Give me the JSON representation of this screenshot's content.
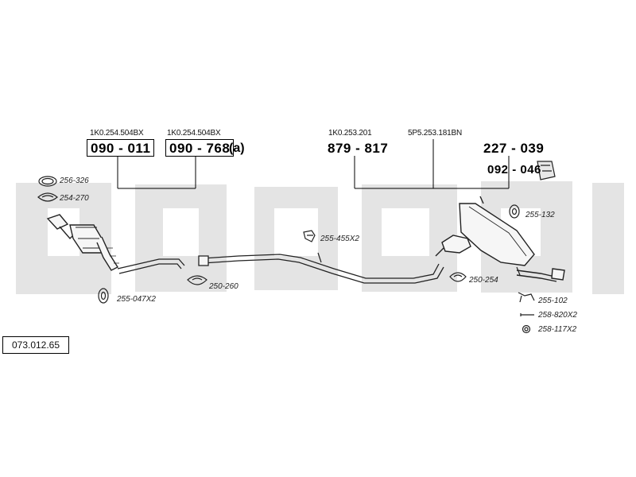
{
  "diagram": {
    "reference_code": "073.012.65",
    "watermark_color": "#e3e3e3",
    "assemblies": [
      {
        "id": "front-left",
        "oem": "1K0.254.504BX",
        "part_number": "090 - 011"
      },
      {
        "id": "front-right",
        "oem": "1K0.254.504BX",
        "part_number": "090 - 768",
        "suffix": "(a)"
      },
      {
        "id": "middle",
        "oem": "1K0.253.201",
        "part_number": "879 - 817"
      },
      {
        "id": "rear",
        "oem": "5P5.253.181BN"
      },
      {
        "id": "rear-pipe",
        "part_number": "227 - 039"
      },
      {
        "id": "mounting-kit",
        "part_number": "092 - 046"
      }
    ],
    "accessories": [
      {
        "id": "gasket-ring",
        "label": "256-326"
      },
      {
        "id": "clamp-front",
        "label": "254-270"
      },
      {
        "id": "rubber-mount-1",
        "label": "255-455X2"
      },
      {
        "id": "rubber-mount-2",
        "label": "255-132"
      },
      {
        "id": "clamp-center",
        "label": "250-260"
      },
      {
        "id": "clamp-rear",
        "label": "250-254"
      },
      {
        "id": "rubber-ring",
        "label": "255-047X2"
      },
      {
        "id": "hanger",
        "label": "255-102"
      },
      {
        "id": "bolt",
        "label": "258-820X2"
      },
      {
        "id": "nut",
        "label": "258-117X2"
      }
    ]
  }
}
